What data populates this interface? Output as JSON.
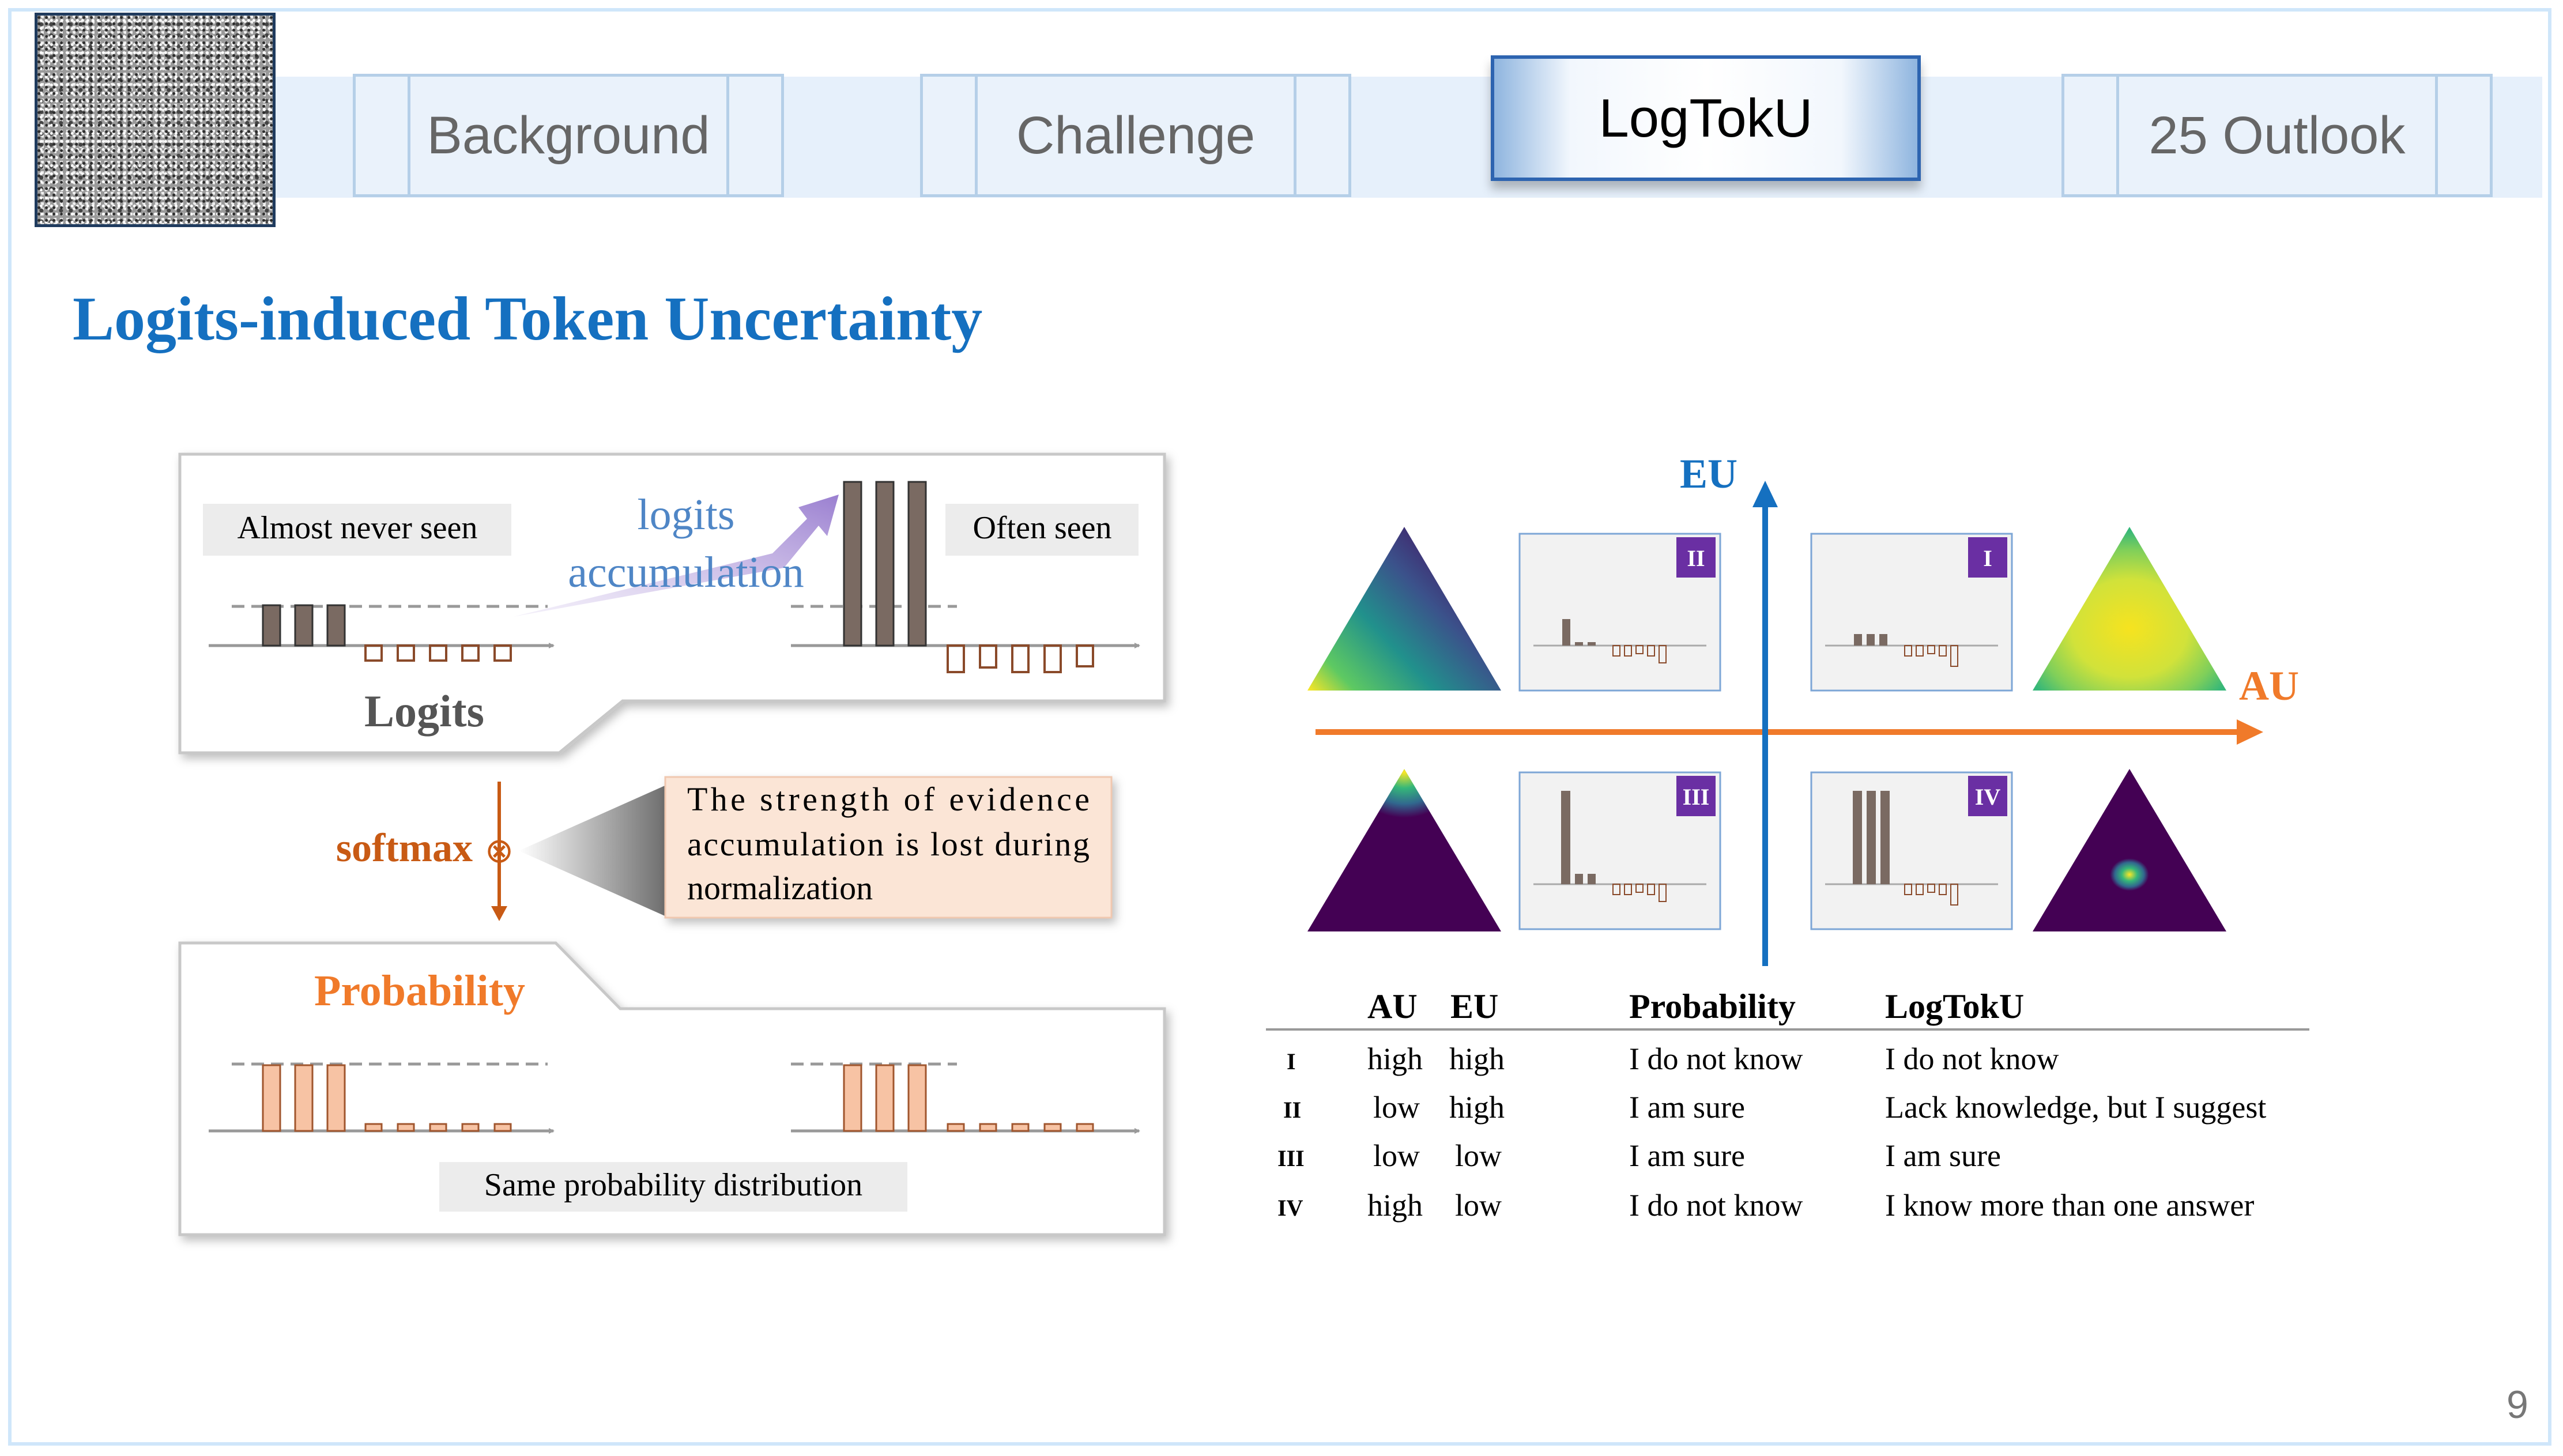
{
  "nav": {
    "tabs": [
      {
        "label": "Background",
        "active": false
      },
      {
        "label": "Challenge",
        "active": false
      },
      {
        "label": "LogTokU",
        "active": true
      },
      {
        "label": "25 Outlook",
        "active": false
      }
    ]
  },
  "page": {
    "title": "Logits-induced Token Uncertainty",
    "number": "9"
  },
  "left": {
    "almost_never_seen": "Almost never seen",
    "often_seen": "Often seen",
    "arrow_label_1": "logits",
    "arrow_label_2": "accumulation",
    "logits_label": "Logits",
    "softmax_label": "softmax",
    "softmax_symbol": "⊗",
    "note_lines": [
      "The strength of evidence",
      "accumulation is lost during",
      "normalization"
    ],
    "probability_label": "Probability",
    "same_distribution": "Same probability distribution"
  },
  "quadrant": {
    "eu_label": "EU",
    "au_label": "AU",
    "badges": [
      "II",
      "I",
      "III",
      "IV"
    ]
  },
  "table": {
    "headers": [
      "AU",
      "EU",
      "Probability",
      "LogTokU"
    ],
    "rows": [
      {
        "id": "I",
        "au": "high",
        "eu": "high",
        "probability": "I do not know",
        "logtoku": "I do not know"
      },
      {
        "id": "II",
        "au": "low",
        "eu": "high",
        "probability": "I am sure",
        "logtoku": "Lack knowledge, but I suggest"
      },
      {
        "id": "III",
        "au": "low",
        "eu": "low",
        "probability": "I am sure",
        "logtoku": "I am sure"
      },
      {
        "id": "IV",
        "au": "high",
        "eu": "low",
        "probability": "I do not know",
        "logtoku": "I know more than one answer"
      }
    ]
  },
  "colors": {
    "accent_blue": "#1570c0",
    "orange": "#f07a2a",
    "softmax_orange": "#c85a14",
    "purple_badge": "#6a2fa3",
    "bar_brown": "#7a6a62",
    "bar_peach": "#f7c3a4"
  }
}
